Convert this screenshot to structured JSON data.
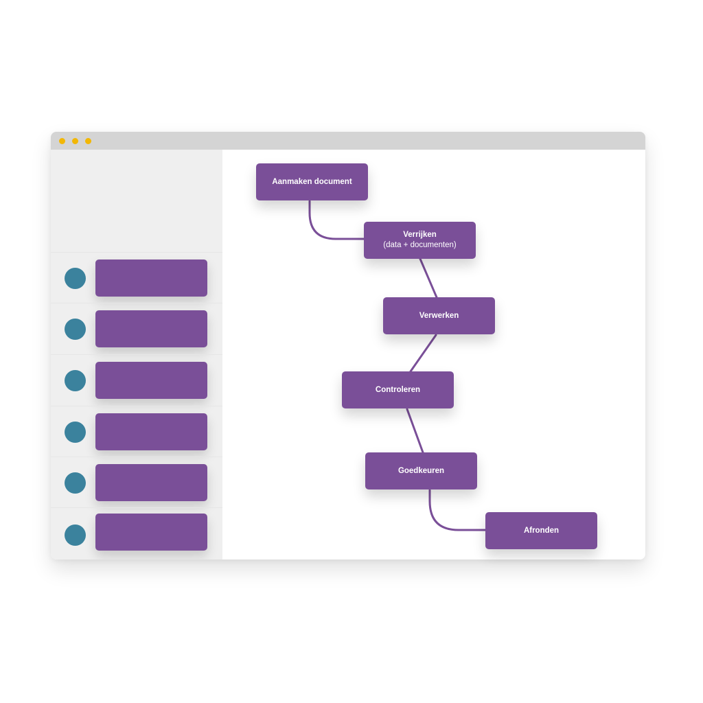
{
  "colors": {
    "node_fill": "#7a4f98",
    "connector": "#7a4f98",
    "row_circle": "#3b829d",
    "traffic_light": "#f2b705",
    "titlebar": "#d4d4d4",
    "sidebar": "#efefef"
  },
  "window": {
    "controls": [
      "dot",
      "dot",
      "dot"
    ]
  },
  "sidebar": {
    "rows": [
      {
        "icon": "circle-icon"
      },
      {
        "icon": "circle-icon"
      },
      {
        "icon": "circle-icon"
      },
      {
        "icon": "circle-icon"
      },
      {
        "icon": "circle-icon"
      },
      {
        "icon": "circle-icon"
      }
    ]
  },
  "flow": {
    "nodes": [
      {
        "id": "aanmaken",
        "label": "Aanmaken document",
        "sub": ""
      },
      {
        "id": "verrijken",
        "label": "Verrijken",
        "sub": "(data + documenten)"
      },
      {
        "id": "verwerken",
        "label": "Verwerken",
        "sub": ""
      },
      {
        "id": "controleren",
        "label": "Controleren",
        "sub": ""
      },
      {
        "id": "goedkeuren",
        "label": "Goedkeuren",
        "sub": ""
      },
      {
        "id": "afronden",
        "label": "Afronden",
        "sub": ""
      }
    ],
    "edges": [
      [
        "aanmaken",
        "verrijken"
      ],
      [
        "verrijken",
        "verwerken"
      ],
      [
        "verwerken",
        "controleren"
      ],
      [
        "controleren",
        "goedkeuren"
      ],
      [
        "goedkeuren",
        "afronden"
      ]
    ]
  }
}
